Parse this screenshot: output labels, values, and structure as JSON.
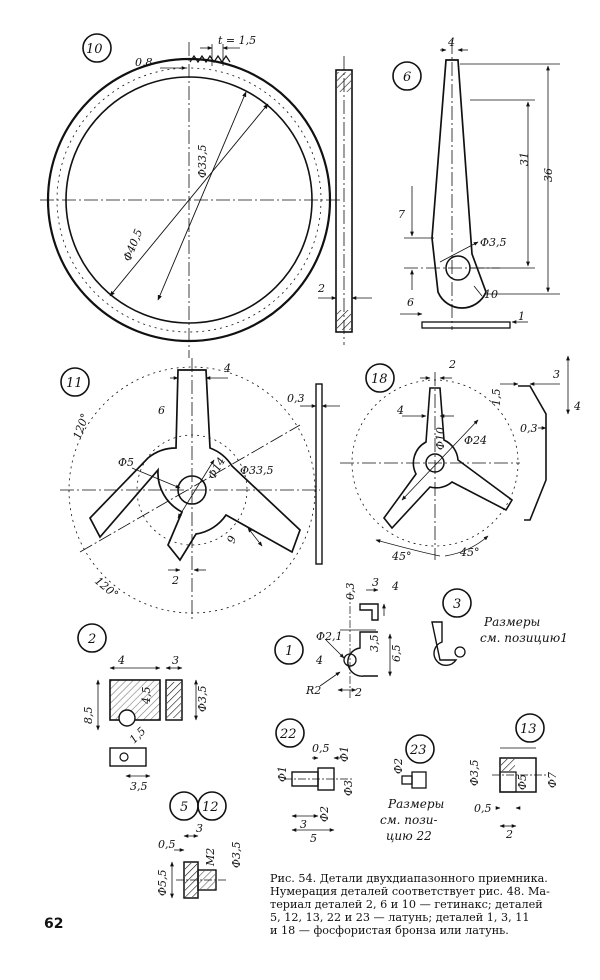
{
  "page_number": "62",
  "caption": {
    "line1": "Рис. 54. Детали двухдиапазонного приемника.",
    "line2": "Нумерация деталей соответствует рис. 48. Ма-",
    "line3": "териал деталей 2, 6 и 10 — гетинакс; деталей",
    "line4": "5, 12, 13, 22 и 23 — латунь; деталей 1, 3, 11",
    "line5": "и 18 — фосфористая бронза или латунь."
  },
  "part_numbers": {
    "p10": "10",
    "p6": "6",
    "p11": "11",
    "p18": "18",
    "p2": "2",
    "p1": "1",
    "p3": "3",
    "p22": "22",
    "p23": "23",
    "p13": "13",
    "p5": "5",
    "p12": "12"
  },
  "notes": {
    "see_pos1_line1": "Размеры",
    "see_pos1_line2": "см. позицию1",
    "see_pos22_line1": "Размеры",
    "see_pos22_line2": "см. пози-",
    "see_pos22_line3": "цию 22"
  },
  "dims": {
    "d10_t": "t = 1,5",
    "d10_08": "0,8",
    "d10_335": "Φ33,5",
    "d10_405": "Φ40,5",
    "d10_2": "2",
    "d6_4": "4",
    "d6_31": "31",
    "d6_36": "36",
    "d6_7": "7",
    "d6_35": "Φ3,5",
    "d6_10": "10",
    "d6_6": "6",
    "d6_1": "1",
    "d11_4": "4",
    "d11_03": "0,3",
    "d11_6": "6",
    "d11_120a": "120°",
    "d11_120b": "120°",
    "d11_5": "Φ5",
    "d11_14": "Φ14",
    "d11_335": "Φ33,5",
    "d11_9": "9",
    "d11_2": "2",
    "d18_2": "2",
    "d18_4": "4",
    "d18_10": "Φ10",
    "d18_24": "Φ24",
    "d18_45a": "45°",
    "d18_45b": "45°",
    "d18_3": "3",
    "d18_15": "1,5",
    "d18_4b": "4",
    "d18_03": "0,3",
    "d2_4": "4",
    "d2_3": "3",
    "d2_85": "8,5",
    "d2_45": "4,5",
    "d2_35": "Φ3,5",
    "d2_15": "1,5",
    "d2_335": "3,5",
    "d1_03": "0,3",
    "d1_3": "3",
    "d1_4": "4",
    "d1_21": "Φ2,1",
    "d1_4b": "4",
    "d1_35": "3,5",
    "d1_65": "6,5",
    "d1_r2": "R2",
    "d1_2": "2",
    "d22_05": "0,5",
    "d22_1a": "Φ1",
    "d22_1b": "Φ1",
    "d22_3": "Φ3",
    "d22_2": "Φ2",
    "d22_3b": "3",
    "d22_5": "5",
    "d23_2": "Φ2",
    "d13_35": "Φ3,5",
    "d13_5": "Φ5",
    "d13_7": "Φ7",
    "d13_05": "0,5",
    "d13_2": "2",
    "d5_3": "3",
    "d5_05": "0,5",
    "d5_m2": "M2",
    "d5_35": "Φ3,5",
    "d5_55": "Φ5,5"
  }
}
